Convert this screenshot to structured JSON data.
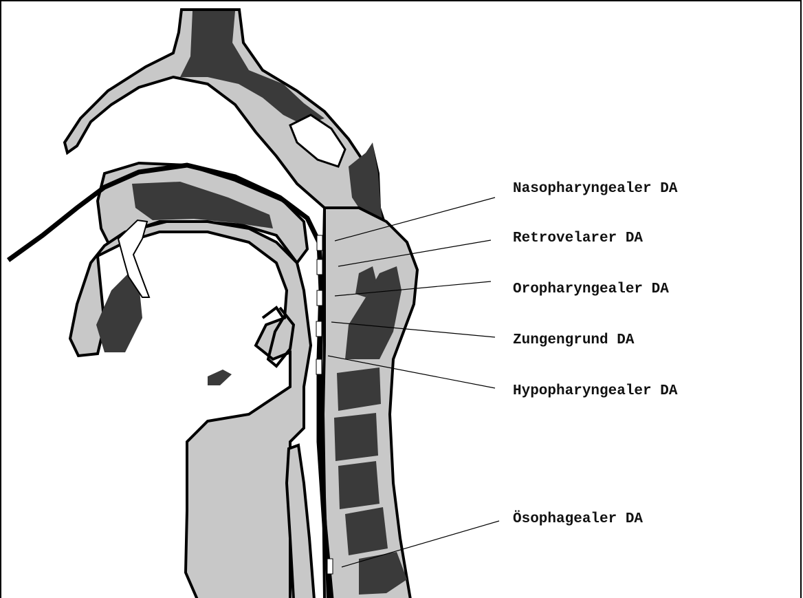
{
  "diagram": {
    "labels": [
      {
        "id": "naso",
        "text": "Nasopharyngealer DA"
      },
      {
        "id": "retro",
        "text": "Retrovelarer DA"
      },
      {
        "id": "oro",
        "text": "Oropharyngealer DA"
      },
      {
        "id": "zunge",
        "text": "Zungengrund DA"
      },
      {
        "id": "hypo",
        "text": "Hypopharyngealer DA"
      },
      {
        "id": "oeso",
        "text": "Ösophagealer DA"
      }
    ],
    "colors": {
      "soft_tissue": "#c8c8c8",
      "bone": "#3a3a3a",
      "outline": "#000000",
      "airway": "#ffffff"
    }
  }
}
